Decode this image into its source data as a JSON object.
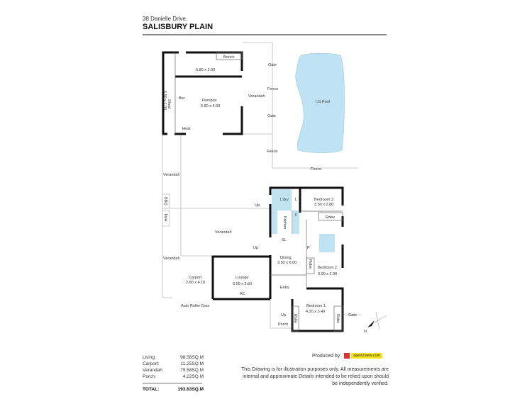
{
  "header": {
    "address": "38 Danielle Drive,",
    "suburb": "SALISBURY PLAIN"
  },
  "rooms": {
    "shed": "Shed",
    "shed_size": "6.90 x 1.00",
    "store_size": "5.80 x 2.00",
    "bench": "Bench",
    "bar": "Bar",
    "rumpus": "Rumpus",
    "rumpus_size": "5.80 x 4.90",
    "heat": "Heat",
    "verandah": "Verandah",
    "gate": "Gate",
    "fence": "Fence",
    "pool": "I.G.Pool",
    "bbq": "BBQ",
    "tank": "Tank",
    "up": "Up",
    "laundry": "L'dry",
    "l": "L",
    "f": "F",
    "kitchen": "Kitchen",
    "sl": "SL",
    "p": "P",
    "bedroom3": "Bedroom 3",
    "bedroom3_size": "3.50 x 2.80",
    "robe": "Robe",
    "dining": "Dining",
    "dining_size": "3.50 x 6.00",
    "bedroom2": "Bedroom 2",
    "bedroom2_size": "3.00 x 2.90",
    "carport": "Carport",
    "carport_size": "2.80 x 4.10",
    "lounge": "Lounge",
    "lounge_size": "5.00 x 3.60",
    "ac": "AC",
    "entry": "Entry",
    "auto_roller": "Auto Roller Door",
    "bedroom1": "Bedroom 1",
    "bedroom1_size": "4.20 x 3.40",
    "porch": "Porch",
    "north": "N"
  },
  "colors": {
    "wet_area": "#bfe3f2",
    "pool": "#bfe3f5"
  },
  "areas": [
    {
      "label": "Living:",
      "value": "98.58SQ.M"
    },
    {
      "label": "Carport:",
      "value": "11.25SQ.M"
    },
    {
      "label": "Verandah:",
      "value": "79.58SQ.M"
    },
    {
      "label": "Porch:",
      "value": "4.22SQ.M"
    }
  ],
  "total": {
    "label": "TOTAL:",
    "value": "193.63SQ.M"
  },
  "footer": {
    "produced_by": "Produced by",
    "brand": "open2view.com",
    "disclaimer": "This Drawing is for illustration purposes only. All measurements are internal and approximate.Details intended to be relied upon should be independently verified."
  }
}
